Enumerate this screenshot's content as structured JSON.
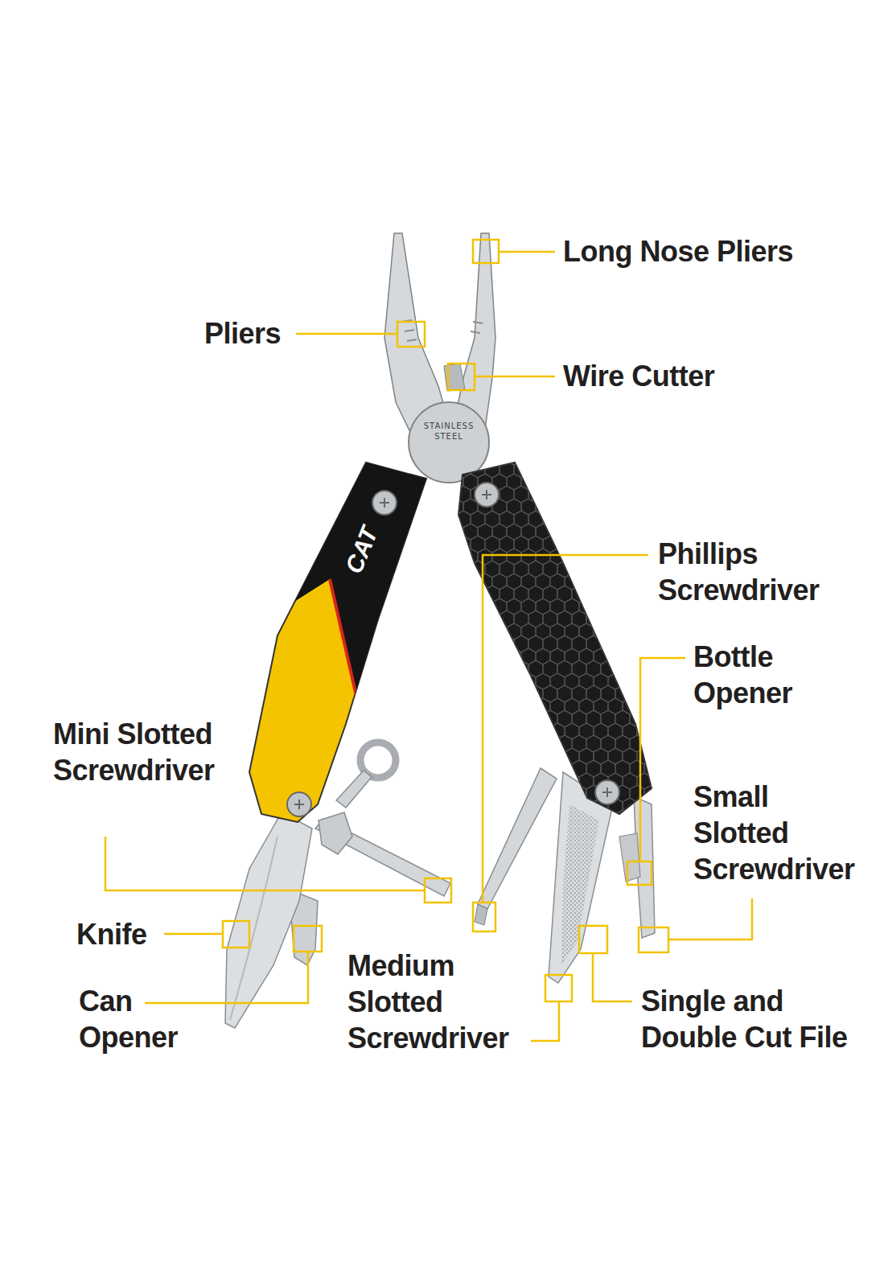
{
  "diagram": {
    "labels": [
      "Long Nose Pliers",
      "Pliers",
      "Wire Cutter",
      "STAINLESS STEEL",
      "CAT",
      "Phillips Screwdriver",
      "Bottle Opener",
      "Mini Slotted Screwdriver",
      "Small Slotted Screwdriver",
      "Knife",
      "Can Opener",
      "Medium Slotted Screwdriver",
      "Single and Double Cut File"
    ]
  }
}
